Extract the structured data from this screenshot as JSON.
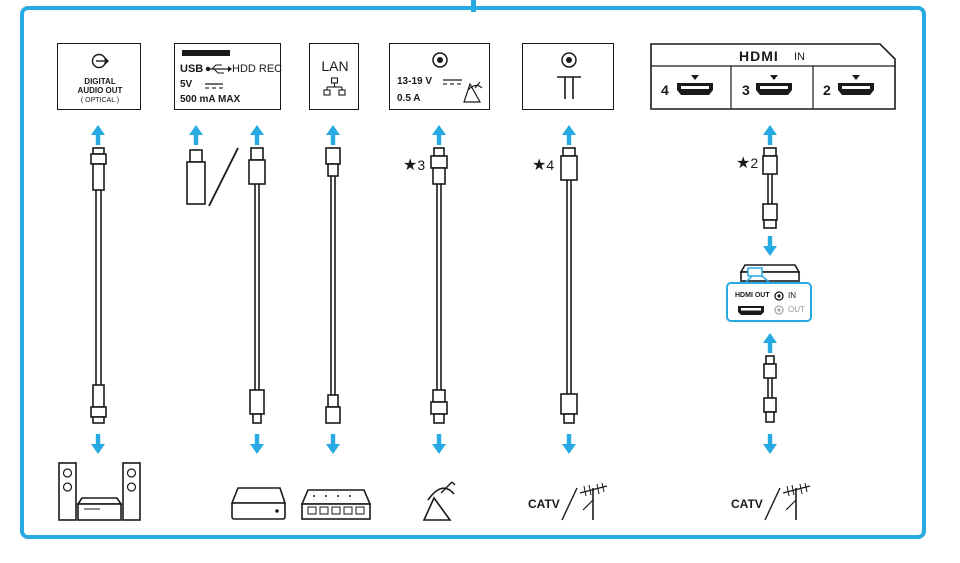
{
  "accent_color": "#27a9e1",
  "ink_color": "#1a1a1a",
  "optical": {
    "line1": "DIGITAL",
    "line2": "AUDIO OUT",
    "line3": "( OPTICAL )"
  },
  "usb": {
    "usb_label": "USB",
    "hdd_label": "HDD REC",
    "voltage": "5V",
    "current": "500 mA MAX"
  },
  "lan": {
    "label": "LAN"
  },
  "satellite": {
    "voltage": "13-19 V",
    "current": "0.5 A",
    "note": "3"
  },
  "antenna": {
    "note": "4"
  },
  "hdmi": {
    "logo": "HDMI",
    "in_label": "IN",
    "ports": [
      "4",
      "3",
      "2"
    ],
    "note": "2"
  },
  "set_top_box": {
    "hdmi_out": "HDMI OUT",
    "in_label": "IN",
    "out_label": "OUT"
  },
  "catv": {
    "label_1": "CATV",
    "label_2": "CATV"
  },
  "note_symbol": "★"
}
